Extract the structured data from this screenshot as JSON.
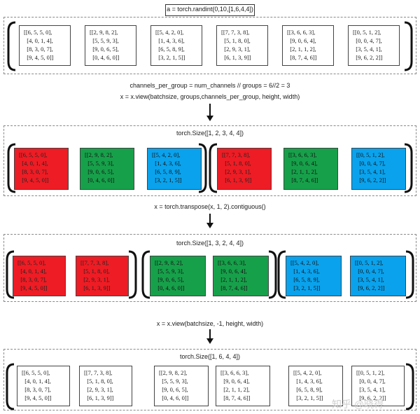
{
  "top_code": "a = torch.randint(0,10,[1,6,4,4])",
  "step1_line1": "channels_per_group = num_channels // groups = 6//2 = 3",
  "step1_line2": "x = x.view(batchsize, groups,channels_per_group, height, width)",
  "step2": "x = torch.transpose(x, 1, 2).contiguous()",
  "step3": "x = x.view(batchsize, -1, height, width)",
  "size1": "torch.Size([1, 2, 3, 4, 4])",
  "size2": "torch.Size([1, 3, 2, 4, 4])",
  "size3": "torch.Size([1, 6, 4, 4])",
  "watermark": "知乎 @晓得",
  "matrices": {
    "m1": "[[6, 5, 5, 0],\n  [4, 0, 1, 4],\n  [8, 3, 0, 7],\n  [9, 4, 5, 0]]",
    "m2": "[[2, 9, 8, 2],\n  [5, 5, 9, 3],\n  [9, 0, 6, 5],\n  [0, 4, 6, 0]]",
    "m3": "[[5, 4, 2, 0],\n  [1, 4, 3, 6],\n  [6, 5, 8, 9],\n  [3, 2, 1, 5]]",
    "m4": "[[7, 7, 3, 8],\n  [5, 1, 8, 0],\n  [2, 9, 3, 1],\n  [6, 1, 3, 9]]",
    "m5": "[[3, 6, 6, 3],\n  [9, 0, 6, 4],\n  [2, 1, 1, 2],\n  [8, 7, 4, 6]]",
    "m6": "[[0, 5, 1, 2],\n  [0, 0, 4, 7],\n  [3, 5, 4, 1],\n  [9, 6, 2, 2]]"
  },
  "colors": {
    "red": "#ee1c24",
    "green": "#17a04a",
    "blue": "#0aa2ec"
  }
}
